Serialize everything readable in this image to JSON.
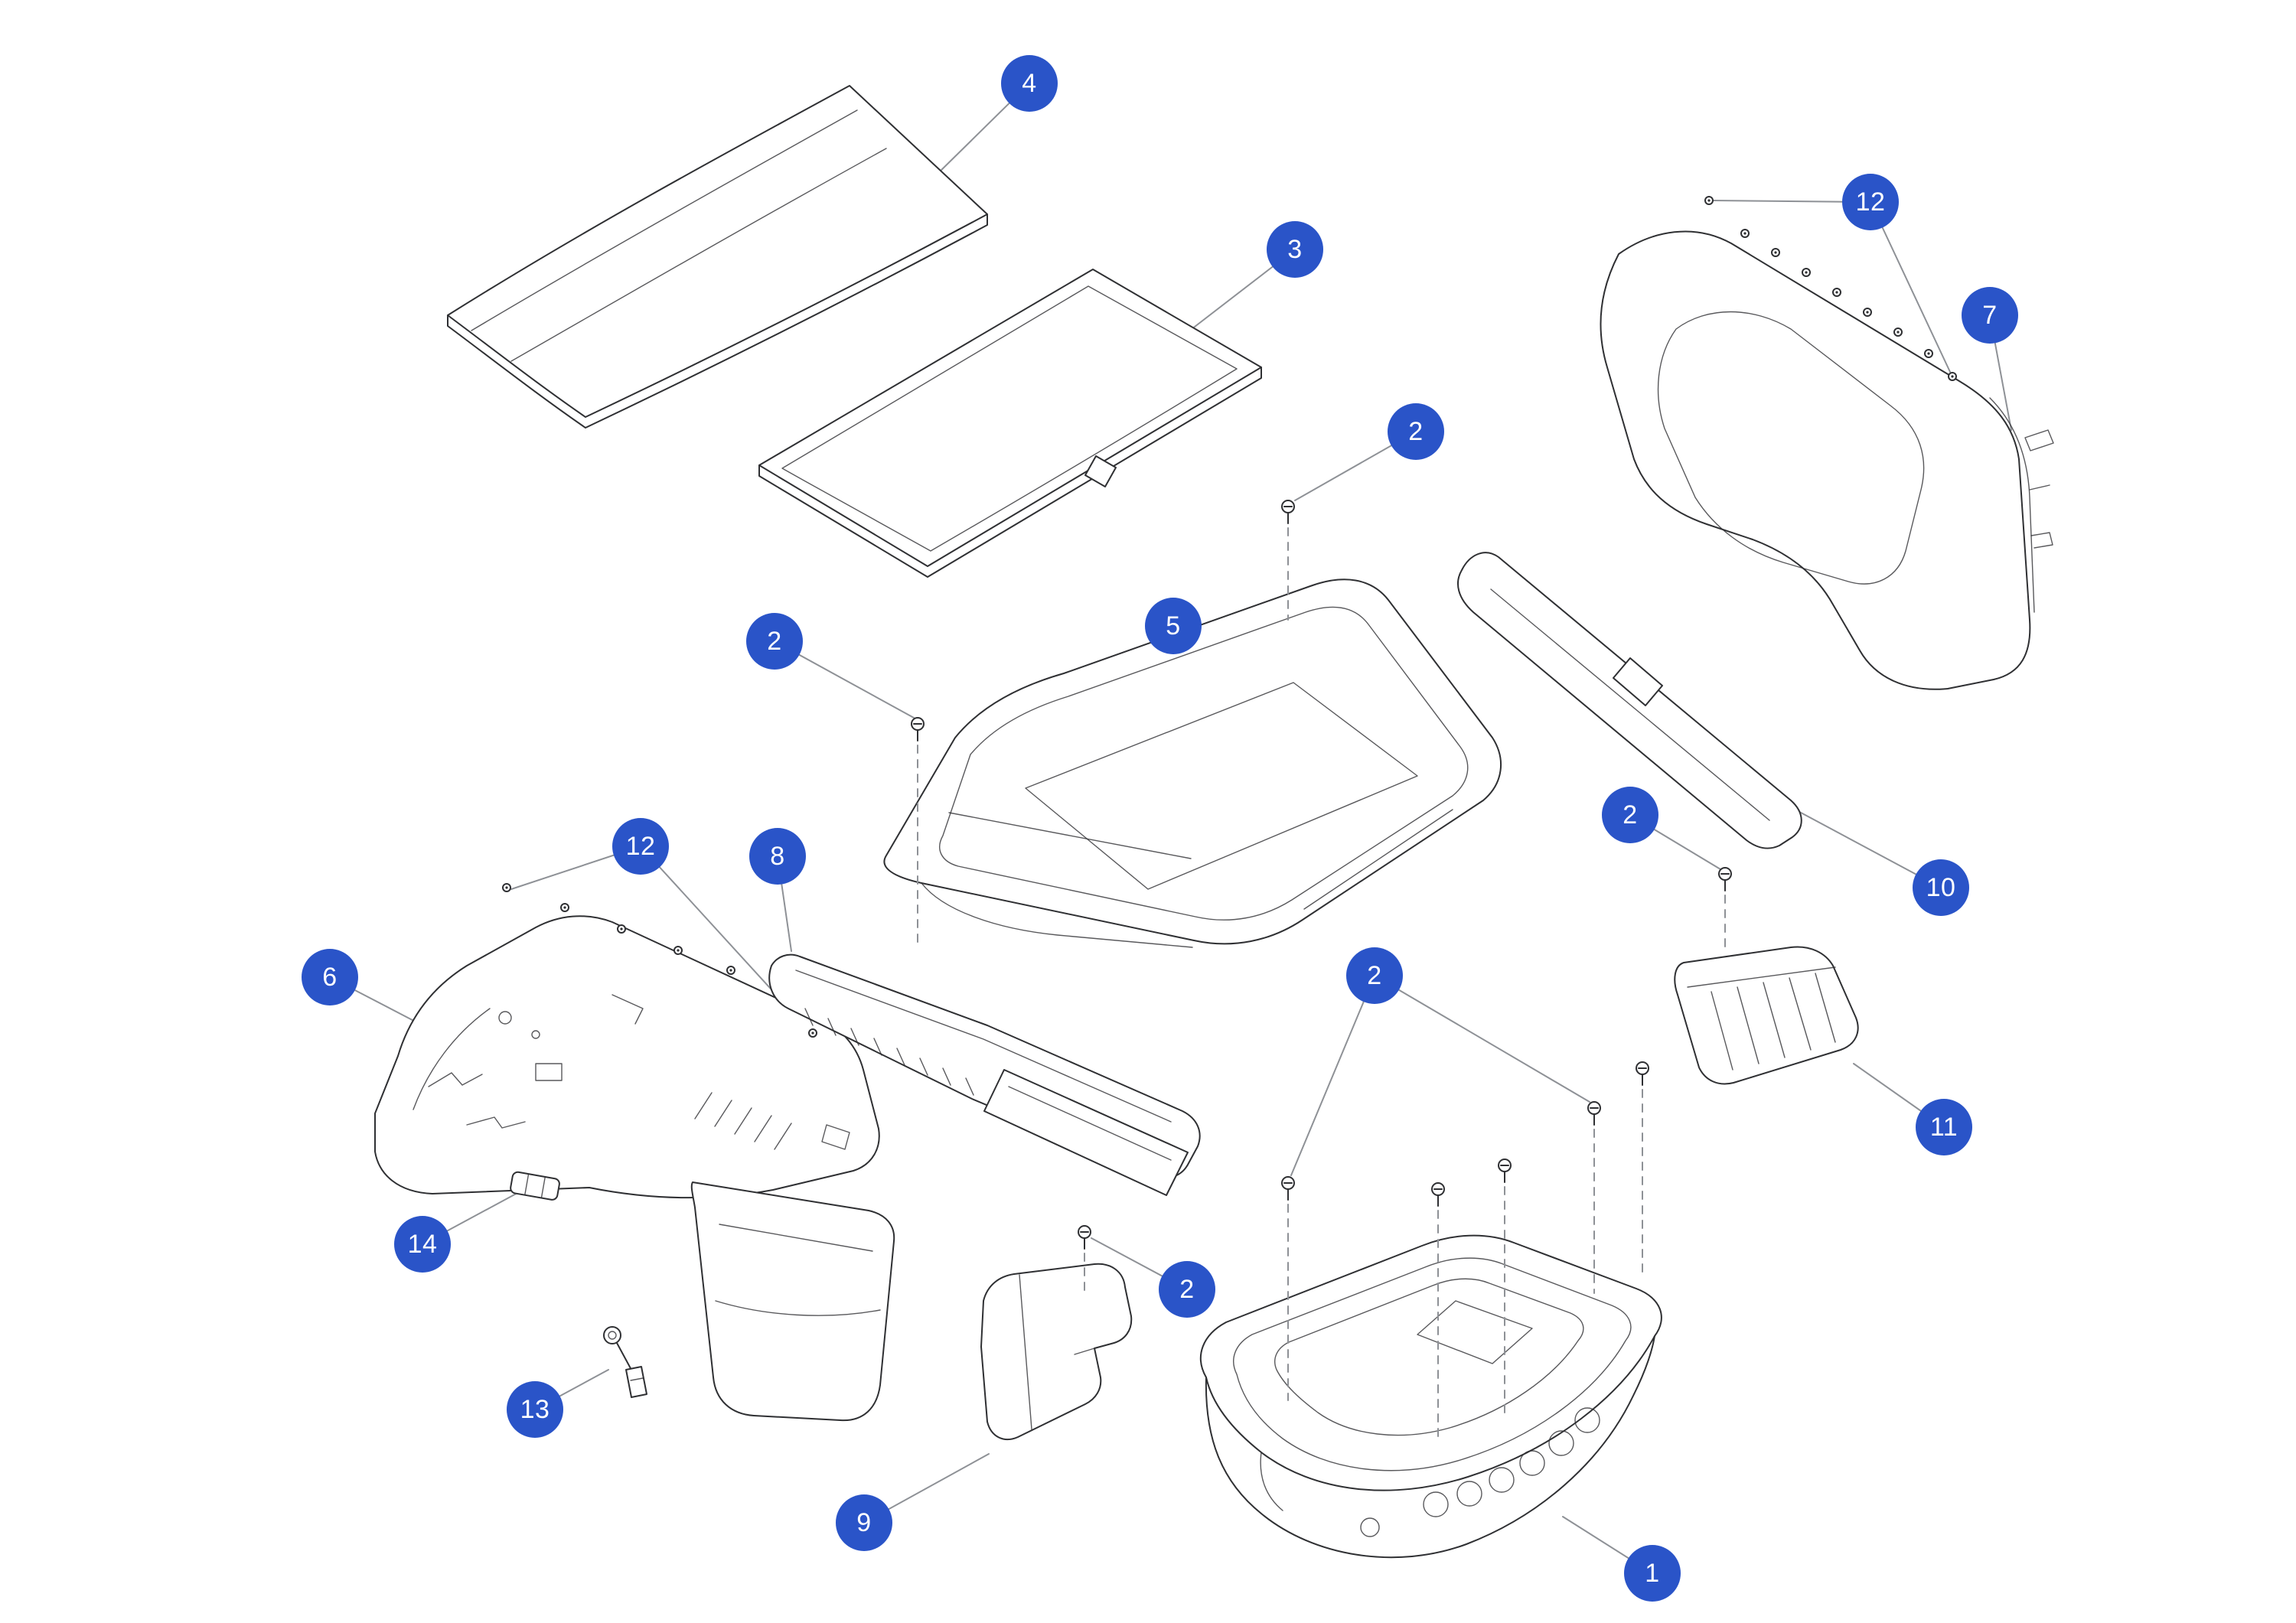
{
  "diagram": {
    "type": "exploded-parts-diagram",
    "colors": {
      "accent": "#2a54c8",
      "ink": "#2f3033",
      "leader": "#8e9196",
      "paper": "#ffffff"
    },
    "callouts": [
      {
        "label": "4"
      },
      {
        "label": "3"
      },
      {
        "label": "2"
      },
      {
        "label": "12"
      },
      {
        "label": "7"
      },
      {
        "label": "5"
      },
      {
        "label": "2"
      },
      {
        "label": "2"
      },
      {
        "label": "10"
      },
      {
        "label": "12"
      },
      {
        "label": "8"
      },
      {
        "label": "6"
      },
      {
        "label": "2"
      },
      {
        "label": "11"
      },
      {
        "label": "14"
      },
      {
        "label": "2"
      },
      {
        "label": "13"
      },
      {
        "label": "9"
      },
      {
        "label": "1"
      }
    ]
  }
}
